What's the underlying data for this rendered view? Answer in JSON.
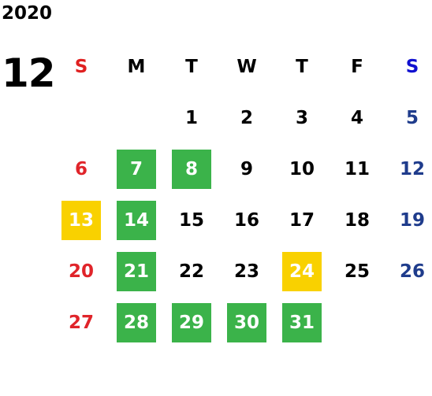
{
  "calendar": {
    "year": "2020",
    "month": "12",
    "weekdays": [
      {
        "label": "S",
        "color": "#e02020"
      },
      {
        "label": "M",
        "color": "#000000"
      },
      {
        "label": "T",
        "color": "#000000"
      },
      {
        "label": "W",
        "color": "#000000"
      },
      {
        "label": "T",
        "color": "#000000"
      },
      {
        "label": "F",
        "color": "#000000"
      },
      {
        "label": "S",
        "color": "#1010d0"
      }
    ],
    "first_weekday_index": 2,
    "colors": {
      "sunday": "#e0242a",
      "saturday": "#1f3c8c",
      "weekday": "#000000",
      "highlight_green": "#3bb34a",
      "highlight_yellow": "#f9d100"
    },
    "days": [
      {
        "day": "1",
        "highlight": "none"
      },
      {
        "day": "2",
        "highlight": "none"
      },
      {
        "day": "3",
        "highlight": "none"
      },
      {
        "day": "4",
        "highlight": "none"
      },
      {
        "day": "5",
        "highlight": "none"
      },
      {
        "day": "6",
        "highlight": "none"
      },
      {
        "day": "7",
        "highlight": "green"
      },
      {
        "day": "8",
        "highlight": "green"
      },
      {
        "day": "9",
        "highlight": "none"
      },
      {
        "day": "10",
        "highlight": "none"
      },
      {
        "day": "11",
        "highlight": "none"
      },
      {
        "day": "12",
        "highlight": "none"
      },
      {
        "day": "13",
        "highlight": "yellow"
      },
      {
        "day": "14",
        "highlight": "green"
      },
      {
        "day": "15",
        "highlight": "none"
      },
      {
        "day": "16",
        "highlight": "none"
      },
      {
        "day": "17",
        "highlight": "none"
      },
      {
        "day": "18",
        "highlight": "none"
      },
      {
        "day": "19",
        "highlight": "none"
      },
      {
        "day": "20",
        "highlight": "none"
      },
      {
        "day": "21",
        "highlight": "green"
      },
      {
        "day": "22",
        "highlight": "none"
      },
      {
        "day": "23",
        "highlight": "none"
      },
      {
        "day": "24",
        "highlight": "yellow"
      },
      {
        "day": "25",
        "highlight": "none"
      },
      {
        "day": "26",
        "highlight": "none"
      },
      {
        "day": "27",
        "highlight": "none"
      },
      {
        "day": "28",
        "highlight": "green"
      },
      {
        "day": "29",
        "highlight": "green"
      },
      {
        "day": "30",
        "highlight": "green"
      },
      {
        "day": "31",
        "highlight": "green"
      }
    ]
  }
}
